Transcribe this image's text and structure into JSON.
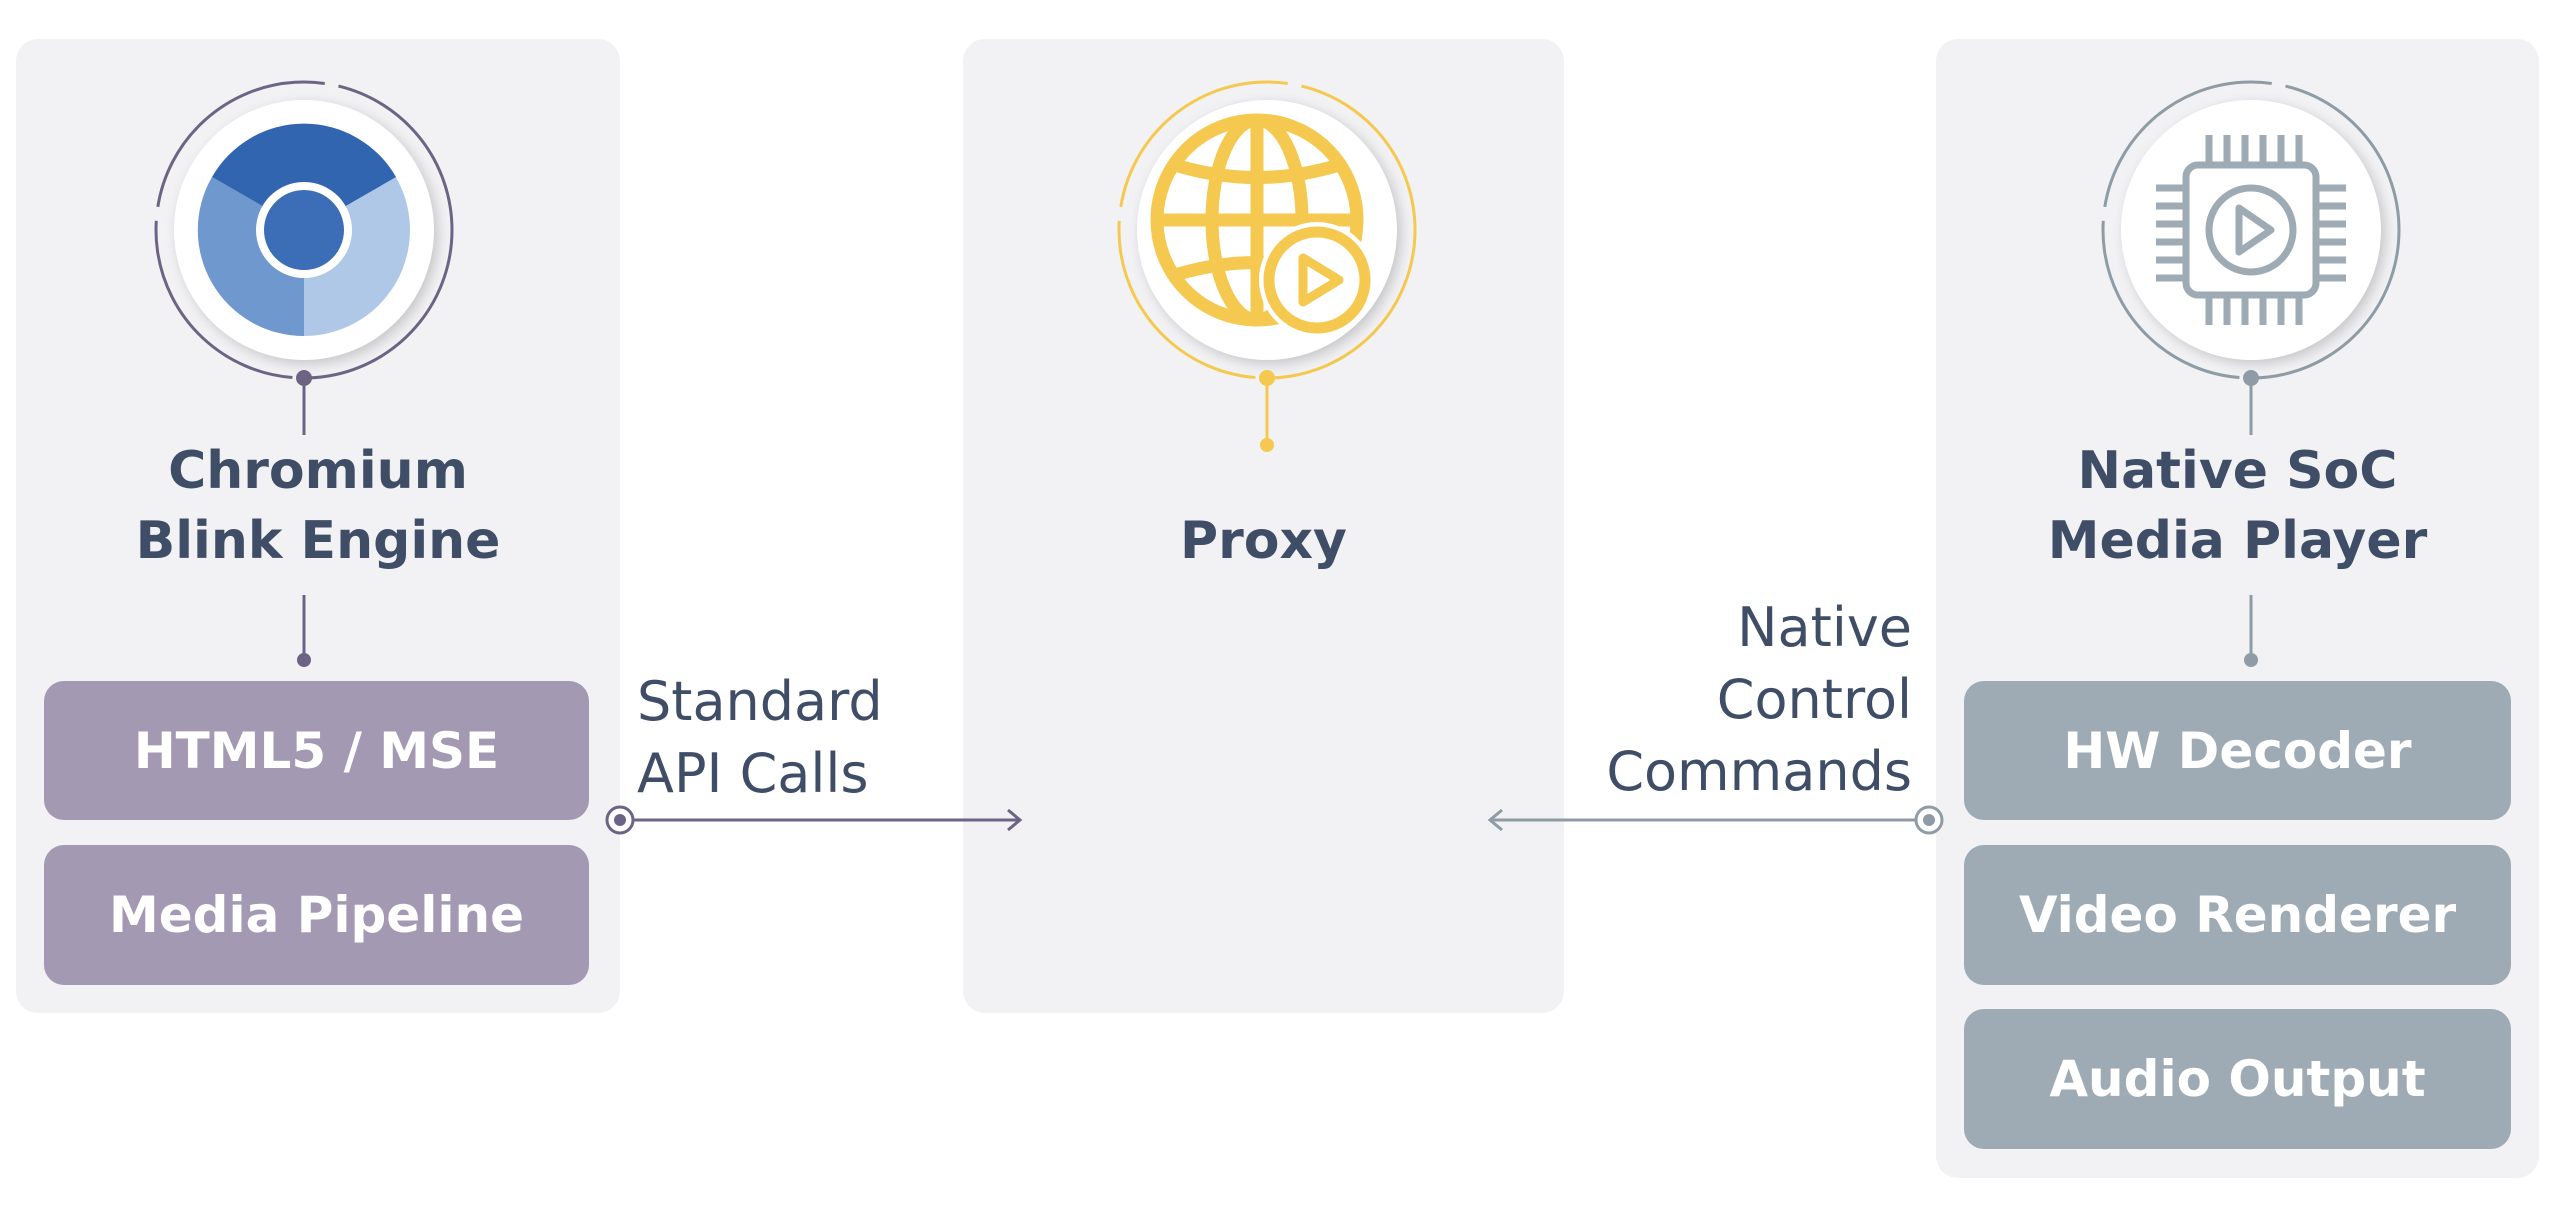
{
  "columns": [
    {
      "id": "chromium",
      "title_lines": [
        "Chromium",
        "Blink Engine"
      ],
      "icon": "chromium-logo-icon",
      "components": [
        "HTML5 / MSE",
        "Media Pipeline"
      ]
    },
    {
      "id": "proxy",
      "title_lines": [
        "Proxy"
      ],
      "icon": "globe-play-icon",
      "components": []
    },
    {
      "id": "native",
      "title_lines": [
        "Native SoC",
        "Media Player"
      ],
      "icon": "chip-play-icon",
      "components": [
        "HW Decoder",
        "Video Renderer",
        "Audio Output"
      ]
    }
  ],
  "connections": [
    {
      "label_lines": [
        "Standard",
        "API Calls"
      ],
      "from": "chromium",
      "to": "proxy"
    },
    {
      "label_lines": [
        "Native",
        "Control",
        "Commands"
      ],
      "from": "native",
      "to": "proxy"
    }
  ],
  "colors": {
    "text": "#3f4e66",
    "chromium_accent": "#a399b3",
    "proxy_accent": "#f5c94f",
    "native_accent": "#9eabb4",
    "panel": "#f2f2f5"
  }
}
